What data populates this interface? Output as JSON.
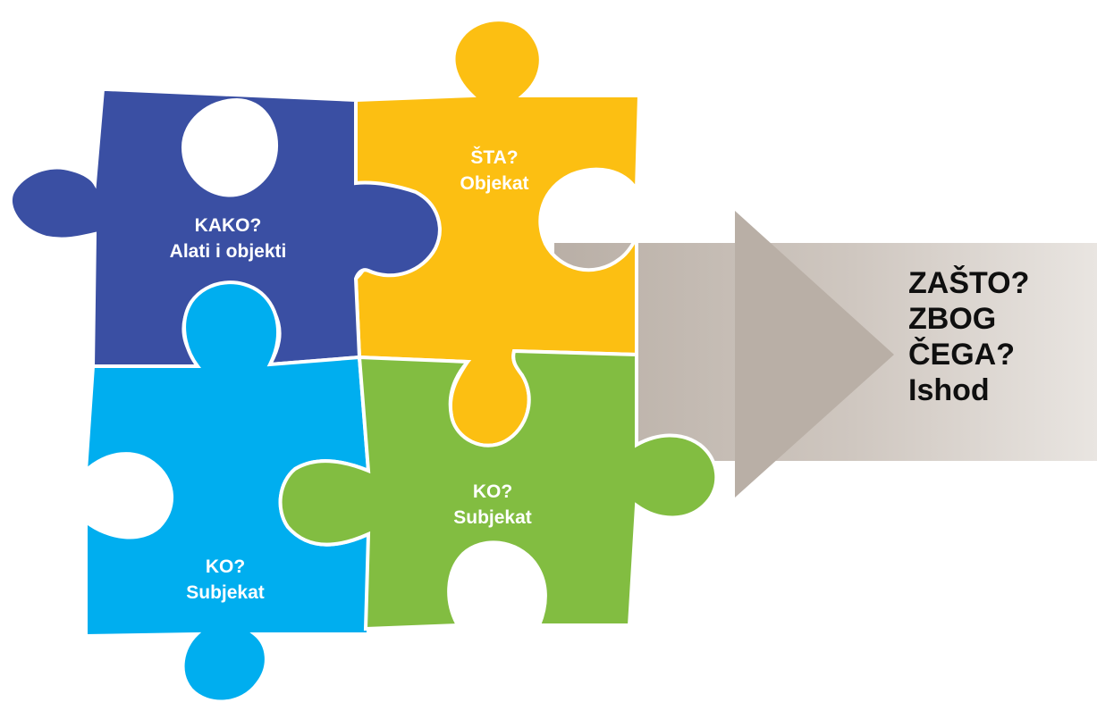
{
  "pieces": {
    "kako": {
      "title": "KAKO?",
      "subtitle": "Alati i objekti",
      "color": "#3a4fa3"
    },
    "sta": {
      "title": "ŠTA?",
      "subtitle": "Objekat",
      "color": "#fcbf12"
    },
    "ko_left": {
      "title": "KO?",
      "subtitle": "Subjekat",
      "color": "#00aeef"
    },
    "ko_right": {
      "title": "KO?",
      "subtitle": "Subjekat",
      "color": "#82bd41"
    }
  },
  "outcome": {
    "lines": [
      "ZAŠTO?",
      "ZBOG",
      "ČEGA?",
      "Ishod"
    ],
    "arrow_color": "#b9afa6",
    "panel_color": "#e6e1dc"
  }
}
